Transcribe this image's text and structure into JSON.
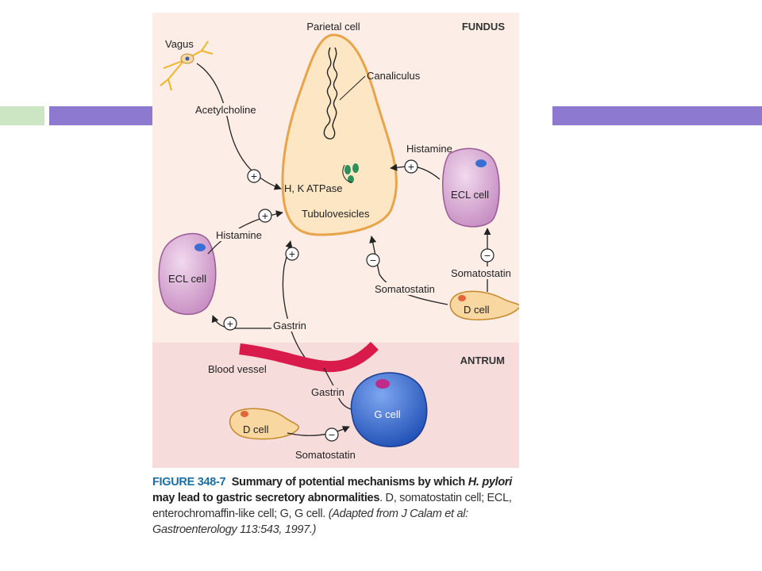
{
  "diagram": {
    "fundus_label": "FUNDUS",
    "antrum_label": "ANTRUM",
    "parietal_cell": "Parietal cell",
    "canaliculus": "Canaliculus",
    "vagus": "Vagus",
    "acetylcholine": "Acetylcholine",
    "hk_atpase": "H, K ATPase",
    "tubulovesicles": "Tubulovesicles",
    "histamine_right": "Histamine",
    "histamine_left": "Histamine",
    "ecl_cell_right": "ECL cell",
    "ecl_cell_left": "ECL cell",
    "somatostatin_right": "Somatostatin",
    "somatostatin_mid": "Somatostatin",
    "somatostatin_bottom": "Somatostatin",
    "d_cell_fundus": "D cell",
    "d_cell_antrum": "D cell",
    "gastrin_fundus": "Gastrin",
    "gastrin_antrum": "Gastrin",
    "blood_vessel": "Blood vessel",
    "g_cell": "G cell",
    "plus": "+",
    "minus": "−"
  },
  "caption": {
    "figure_number": "FIGURE 348-7",
    "title_part1": "Summary of potential mechanisms by which ",
    "title_italic": "H. pylori",
    "title_part2": " may lead to gastric secretory abnormalities",
    "body": ". D, somatostatin cell; ECL, enterochromaffin-like cell; G, G cell. ",
    "citation": "(Adapted from J Calam et al: Gastroenterology 113:543, 1997.)"
  },
  "colors": {
    "fundus_bg": "#fcede6",
    "antrum_bg": "#f7dcdc",
    "parietal_fill": "#fde6c4",
    "parietal_stroke": "#e8a44a",
    "ecl_fill": "#d7a6d2",
    "g_cell_fill": "#3b6fd3",
    "d_cell_fill": "#f9d7a0",
    "vessel": "#d81b4a",
    "bar_purple": "#8e79d1",
    "bar_green": "#cce5c3"
  }
}
